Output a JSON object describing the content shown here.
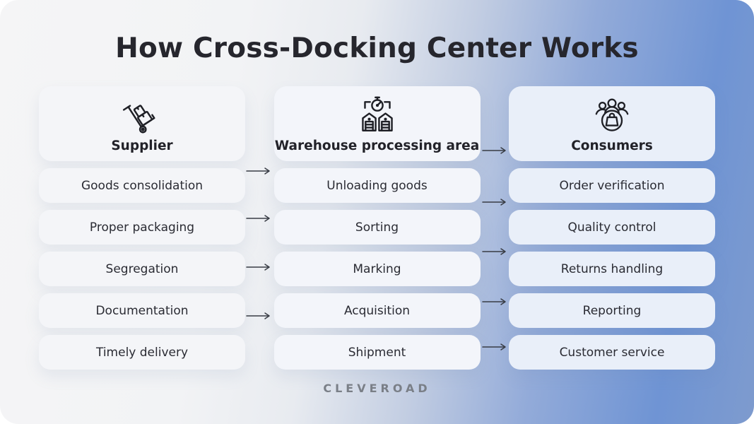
{
  "title": "How Cross-Docking Center Works",
  "footer": {
    "logo_text": "CLEVEROAD"
  },
  "colors": {
    "bg_gradient_start": "#f5f5f6",
    "bg_gradient_end": "#6f94d4",
    "card_neutral": "#f4f5f8",
    "card_mid": "#f3f5fa",
    "card_blue": "#e9eff9",
    "text_primary": "#26262d",
    "arrow": "#383c44",
    "logo_gray": "#7a7f87"
  },
  "columns": [
    {
      "header": {
        "label": "Supplier",
        "icon": "hand-truck-icon"
      },
      "items": [
        "Goods consolidation",
        "Proper packaging",
        "Segregation",
        "Documentation",
        "Timely delivery"
      ]
    },
    {
      "header": {
        "label": "Warehouse processing area",
        "icon": "warehouse-timer-icon"
      },
      "items": [
        "Unloading goods",
        "Sorting",
        "Marking",
        "Acquisition",
        "Shipment"
      ]
    },
    {
      "header": {
        "label": "Consumers",
        "icon": "consumers-shopping-icon"
      },
      "items": [
        "Order verification",
        "Quality control",
        "Returns handling",
        "Reporting",
        "Customer service"
      ]
    }
  ]
}
